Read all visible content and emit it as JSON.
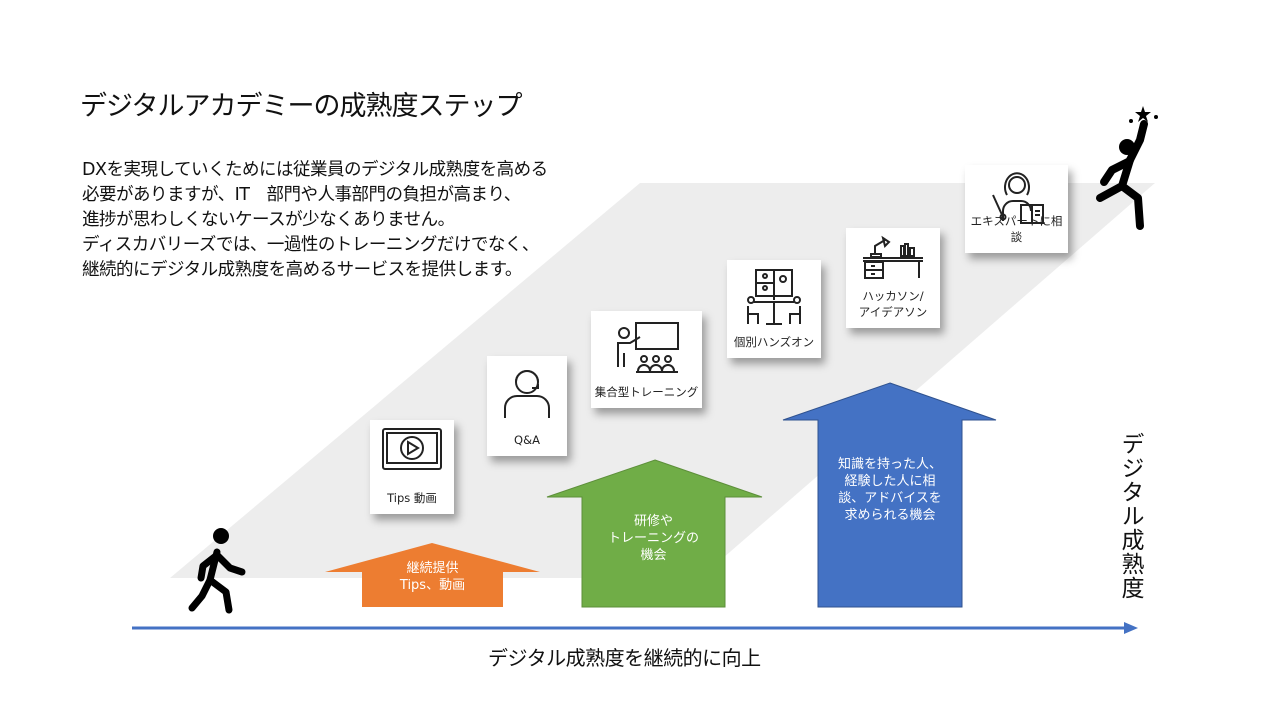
{
  "title": "デジタルアカデミーの成熟度ステップ",
  "intro_lines": [
    "DXを実現していくためには従業員のデジタル成熟度を高める",
    "必要がありますが、IT　部門や人事部門の負担が高まり、",
    "進捗が思わしくないケースが少なくありません。",
    "ディスカバリーズでは、一過性のトレーニングだけでなく、",
    "継続的にデジタル成熟度を高めるサービスを提供します。"
  ],
  "steps": [
    {
      "label": "Tips 動画",
      "icon": "video-player-icon"
    },
    {
      "label": "Q&A",
      "icon": "headset-person-icon"
    },
    {
      "label": "集合型トレーニング",
      "icon": "classroom-icon"
    },
    {
      "label": "個別ハンズオン",
      "icon": "video-meeting-icon"
    },
    {
      "label_lines": [
        "ハッカソン/",
        "アイデアソン"
      ],
      "icon": "desk-icon"
    },
    {
      "label": "エキスパートに相談",
      "icon": "expert-icon"
    }
  ],
  "arrows": [
    {
      "lines": [
        "継続提供",
        "Tips、動画"
      ],
      "color": "#ED7D31"
    },
    {
      "lines": [
        "研修や",
        "トレーニングの",
        "機会"
      ],
      "color": "#70AD47"
    },
    {
      "lines": [
        "知識を持った人、",
        "経験した人に相",
        "談、アドバイスを",
        "求められる機会"
      ],
      "color": "#4472C4"
    }
  ],
  "x_axis_label": "デジタル成熟度を継続的に向上",
  "y_axis_label": "デジタル成熟度",
  "colors": {
    "band": "#EDEDED",
    "axis": "#4472C4"
  }
}
